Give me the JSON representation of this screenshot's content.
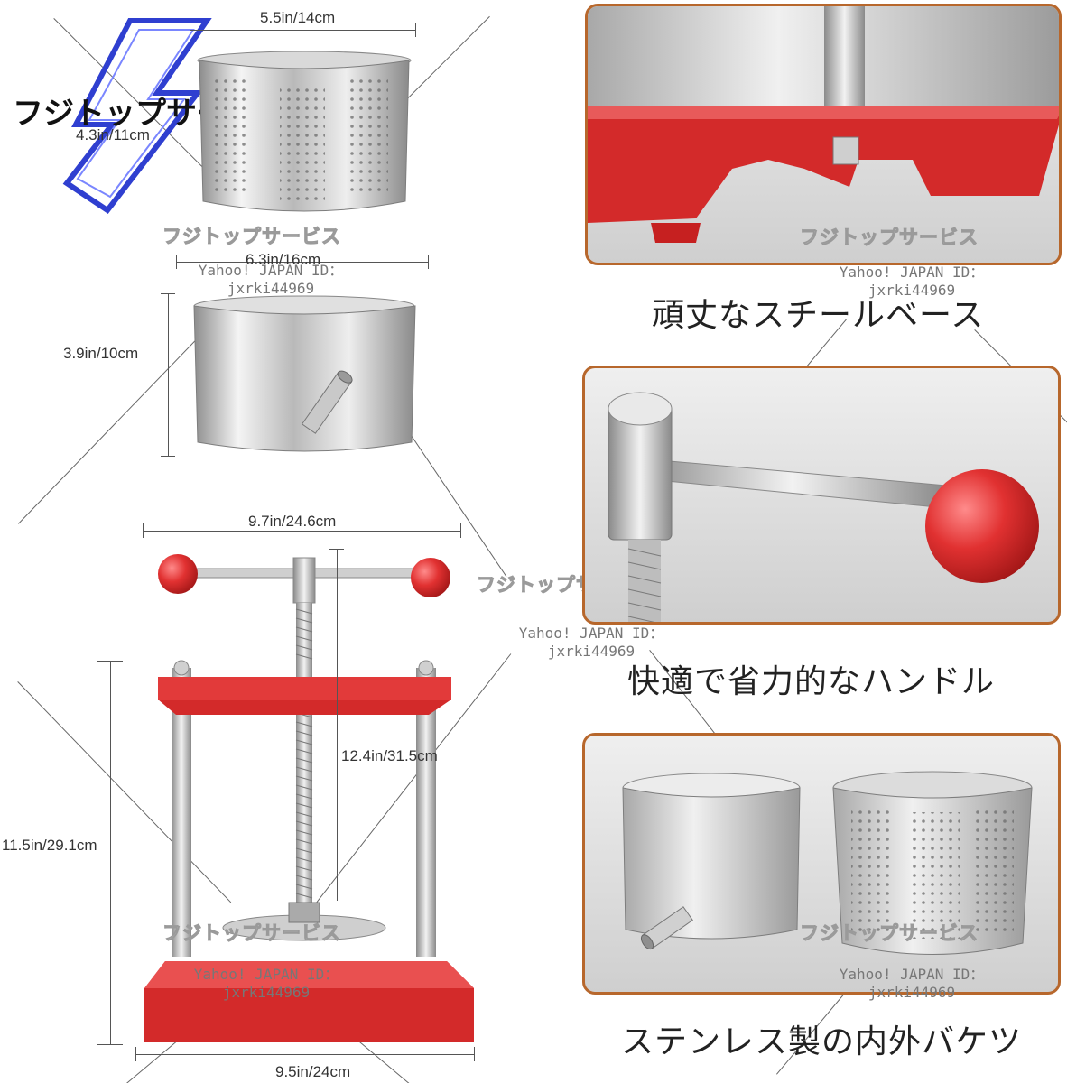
{
  "logo": {
    "text": "フジトップサービス"
  },
  "watermarks": {
    "brand": "フジトップサービス",
    "yahoo_line1": "Yahoo! JAPAN ID：",
    "yahoo_line2": "jxrki44969"
  },
  "dimensions": {
    "strainer_width": "5.5in/14cm",
    "strainer_height": "4.3in/11cm",
    "bucket_width": "6.3in/16cm",
    "bucket_height": "3.9in/10cm",
    "handle_width": "9.7in/24.6cm",
    "screw_height": "12.4in/31.5cm",
    "frame_height": "11.5in/29.1cm",
    "base_width": "9.5in/24cm"
  },
  "captions": {
    "base": "頑丈なスチールベース",
    "handle": "快適で省力的なハンドル",
    "buckets": "ステンレス製の内外バケツ"
  },
  "colors": {
    "accent_red": "#d32a2a",
    "panel_border": "#b7672c",
    "steel": "#c8c8c8"
  }
}
